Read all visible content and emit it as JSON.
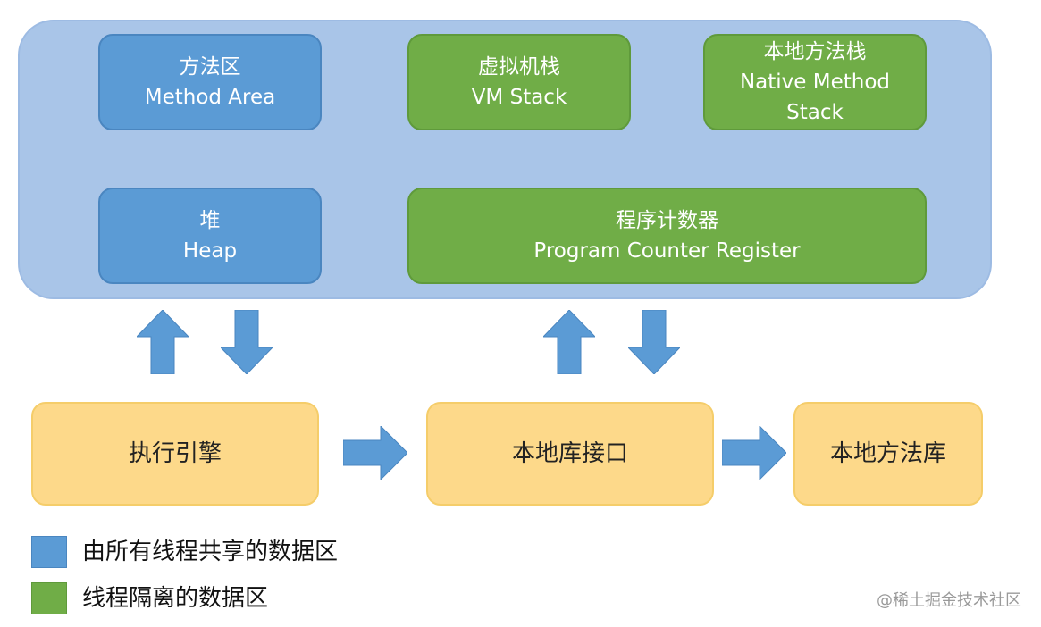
{
  "runtime_area": {
    "method_area": {
      "zh": "方法区",
      "en": "Method Area"
    },
    "vm_stack": {
      "zh": "虚拟机栈",
      "en": "VM Stack"
    },
    "native_stack": {
      "zh": "本地方法栈",
      "en1": "Native Method",
      "en2": "Stack"
    },
    "heap": {
      "zh": "堆",
      "en": "Heap"
    },
    "pc_register": {
      "zh": "程序计数器",
      "en": "Program Counter Register"
    }
  },
  "bottom": {
    "engine": "执行引擎",
    "native_interface": "本地库接口",
    "native_library": "本地方法库"
  },
  "legend": {
    "shared": {
      "label": "由所有线程共享的数据区",
      "color": "#5b9bd5"
    },
    "isolated": {
      "label": "线程隔离的数据区",
      "color": "#70ad47"
    }
  },
  "watermark": "@稀土掘金技术社区",
  "colors": {
    "arrow": "#5b9bd5",
    "runtime_bg": "#a9c5e8",
    "bottom_box": "#fdd98a"
  }
}
